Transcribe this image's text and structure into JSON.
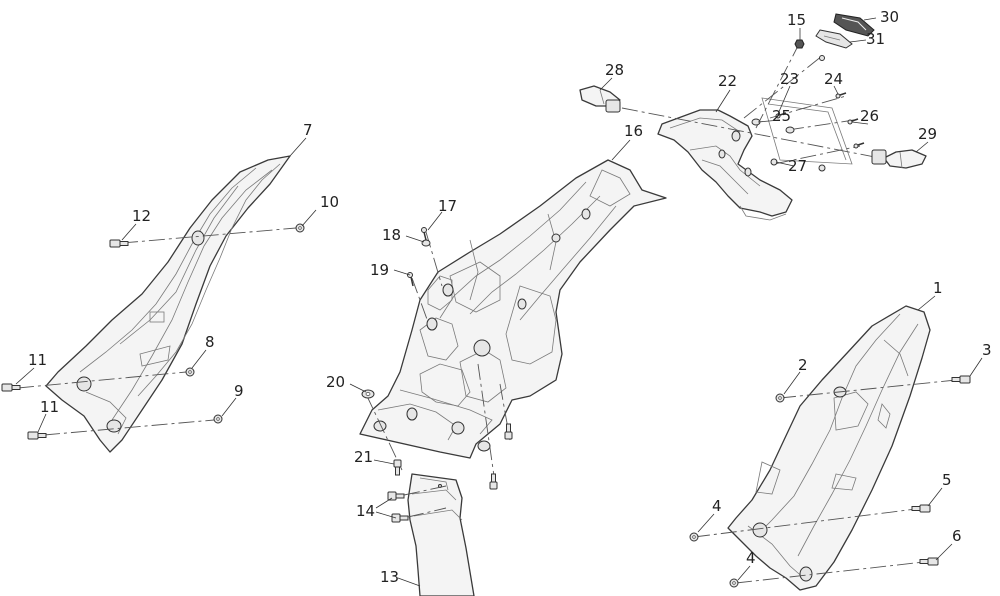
{
  "callouts": {
    "c1": "1",
    "c2": "2",
    "c3": "3",
    "c4a": "4",
    "c4b": "4",
    "c5": "5",
    "c6": "6",
    "c7": "7",
    "c8": "8",
    "c9": "9",
    "c10": "10",
    "c11a": "11",
    "c11b": "11",
    "c12": "12",
    "c13": "13",
    "c14": "14",
    "c15": "15",
    "c16": "16",
    "c17": "17",
    "c18": "18",
    "c19": "19",
    "c20": "20",
    "c21": "21",
    "c22": "22",
    "c23": "23",
    "c24": "24",
    "c25": "25",
    "c26": "26",
    "c27": "27",
    "c28": "28",
    "c29": "29",
    "c30": "30",
    "c31": "31"
  }
}
